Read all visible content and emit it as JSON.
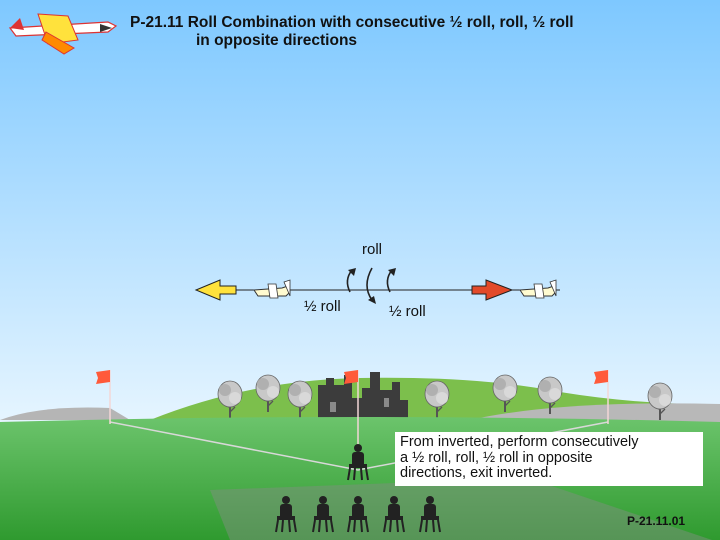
{
  "title": {
    "line1": "P-21.11 Roll Combination with consecutive ½ roll, roll, ½ roll",
    "line2": "in opposite directions"
  },
  "labels": {
    "roll": "roll",
    "half_roll_left": "½ roll",
    "half_roll_right": "½ roll"
  },
  "description": {
    "line1": "From inverted, perform consecutively",
    "line2": "a ½ roll, roll, ½ roll in opposite",
    "line3": "directions, exit inverted."
  },
  "figure_id": "P-21.11.01",
  "colors": {
    "sky_top": "#7ec8ff",
    "sky_bottom": "#e6f5ff",
    "ground": "#2f9a2f",
    "entry_arrow": "#e24a2a",
    "exit_arrow": "#ffe23c",
    "flag": "#ff5a3a"
  }
}
